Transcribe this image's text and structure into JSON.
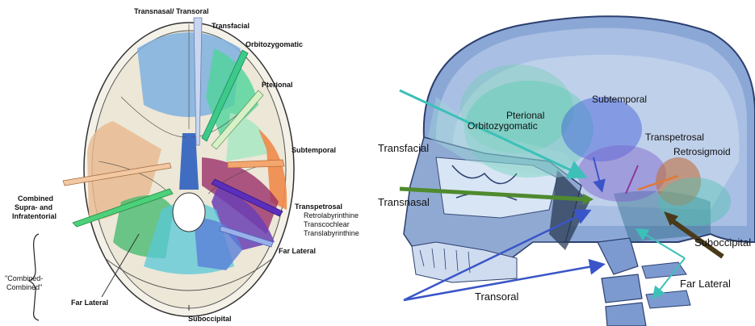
{
  "left_figure": {
    "labels": {
      "transnasal_transoral": "Transnasal/ Transoral",
      "transfacial": "Transfacial",
      "orbitozygomatic": "Orbitozygomatic",
      "pterional": "Pterional",
      "subtemporal": "Subtemporal",
      "transpetrosal": "Transpetrosal",
      "retrolabyrinthine": "Retrolabyrinthine",
      "transcochlear": "Transcochlear",
      "translabyrinthine": "Translabyrinthine",
      "far_lateral_right": "Far Lateral",
      "combined_line1": "Combined",
      "combined_line2": "Supra- and",
      "combined_line3": "Infratentorial",
      "combined_combined_line1": "\"Combined-",
      "combined_combined_line2": "Combined\"",
      "far_lateral_left": "Far Lateral",
      "suboccipital": "Suboccipital"
    }
  },
  "right_figure": {
    "labels": {
      "pterional": "Pterional",
      "orbitozygomatic": "Orbitozygomatic",
      "subtemporal": "Subtemporal",
      "transpetrosal": "Transpetrosal",
      "retrosigmoid": "Retrosigmoid",
      "transfacial": "Transfacial",
      "transnasal": "Transnasal",
      "suboccipital": "Suboccipital",
      "far_lateral": "Far Lateral",
      "transoral": "Transoral"
    }
  },
  "colors": {
    "transfacial": "#b9c7e8",
    "orbitozygomatic": "#3cc98a",
    "pterional": "#9fe0b8",
    "subtemporal": "#f08a4a",
    "transpetrosal": "#6b3fb5",
    "far_lateral": "#5a7fd9",
    "combined": "#3fb86a",
    "supratentorial_tan": "#e9b98f",
    "suboccipital": "#4a3a1a",
    "skull_blue": "#6f98c9"
  }
}
